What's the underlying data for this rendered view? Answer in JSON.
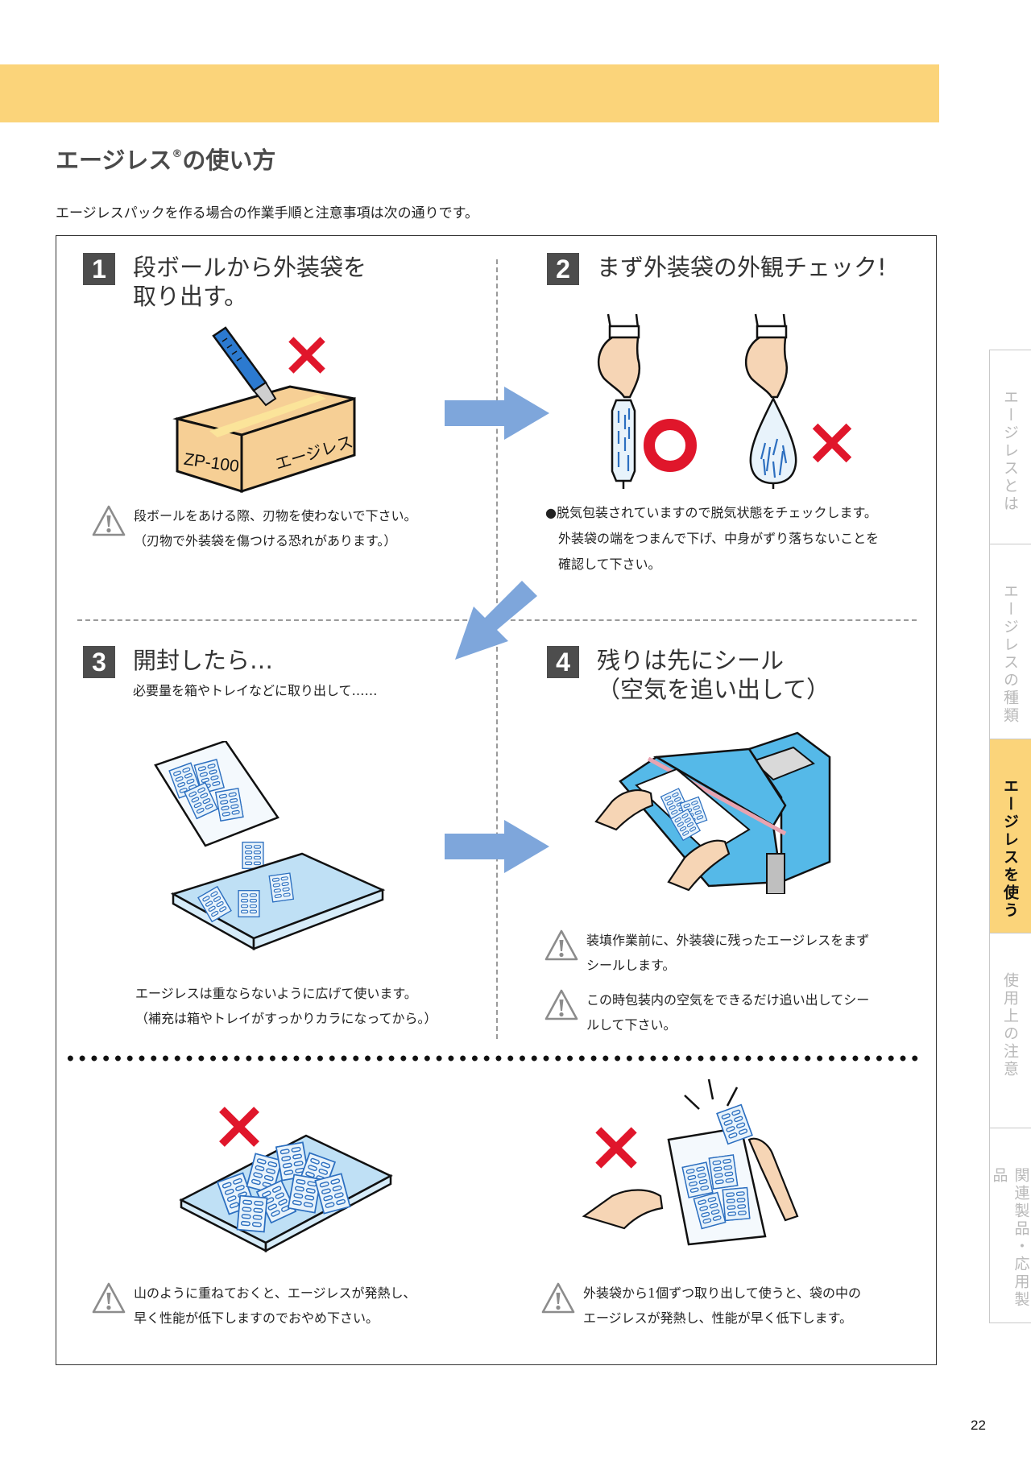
{
  "header": {
    "title_main": "エージレス",
    "title_reg": "®",
    "title_rest": "の使い方",
    "intro": "エージレスパックを作る場合の作業手順と注意事項は次の通りです。"
  },
  "steps": [
    {
      "number": "1",
      "title": "段ボールから外装袋を\n取り出す。",
      "illustration": {
        "box_label_front": "ZP-100",
        "box_label_side": "エージレス",
        "mark": "cross"
      },
      "note": "段ボールをあける際、刃物を使わないで下さい。\n（刃物で外装袋を傷つける恐れがあります。）"
    },
    {
      "number": "2",
      "title": "まず外装袋の外観チェック!",
      "illustration": {
        "marks": [
          "circle",
          "cross"
        ]
      },
      "note": "●脱気包装されていますので脱気状態をチェックします。\n　外装袋の端をつまんで下げ、中身がずり落ちないことを\n　確認して下さい。"
    },
    {
      "number": "3",
      "title": "開封したら…",
      "subtitle": "必要量を箱やトレイなどに取り出して……",
      "note": "エージレスは重ならないように広げて使います。\n（補充は箱やトレイがすっかりカラになってから。）"
    },
    {
      "number": "4",
      "title": "残りは先にシール\n（空気を追い出して）",
      "notes": [
        "装填作業前に、外装袋に残ったエージレスをまず\nシールします。",
        "この時包装内の空気をできるだけ追い出してシー\nルして下さい。"
      ]
    }
  ],
  "cautions": [
    {
      "mark": "cross",
      "note": "山のように重ねておくと、エージレスが発熱し、\n早く性能が低下しますのでおやめ下さい。"
    },
    {
      "mark": "cross",
      "note": "外装袋から1個ずつ取り出して使うと、袋の中の\nエージレスが発熱し、性能が早く低下します。"
    }
  ],
  "side_tabs": [
    {
      "label": "エージレスとは",
      "active": false
    },
    {
      "label": "エージレスの種類",
      "active": false
    },
    {
      "label": "エージレスを使う",
      "active": true
    },
    {
      "label": "使用上の注意",
      "active": false
    },
    {
      "label": "関連製品・応用製品",
      "active": false
    }
  ],
  "page_number": "22",
  "colors": {
    "band": "#fbd47a",
    "arrow": "#7ea6db",
    "mark_red": "#e0162b",
    "packet_blue": "#2c6fc0",
    "tray_blue": "#bfe0f5",
    "box_tan": "#f6cf95",
    "machine_blue": "#55b9e8"
  }
}
